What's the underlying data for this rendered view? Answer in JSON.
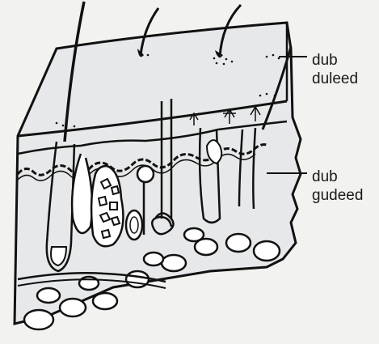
{
  "labels": {
    "top": {
      "line1": "dub",
      "line2": "duleed"
    },
    "bottom": {
      "line1": "dub",
      "line2": "gudeed"
    }
  },
  "colors": {
    "background": "#f2f2f0",
    "skin_fill": "#e7e8e9",
    "line": "#111111"
  }
}
